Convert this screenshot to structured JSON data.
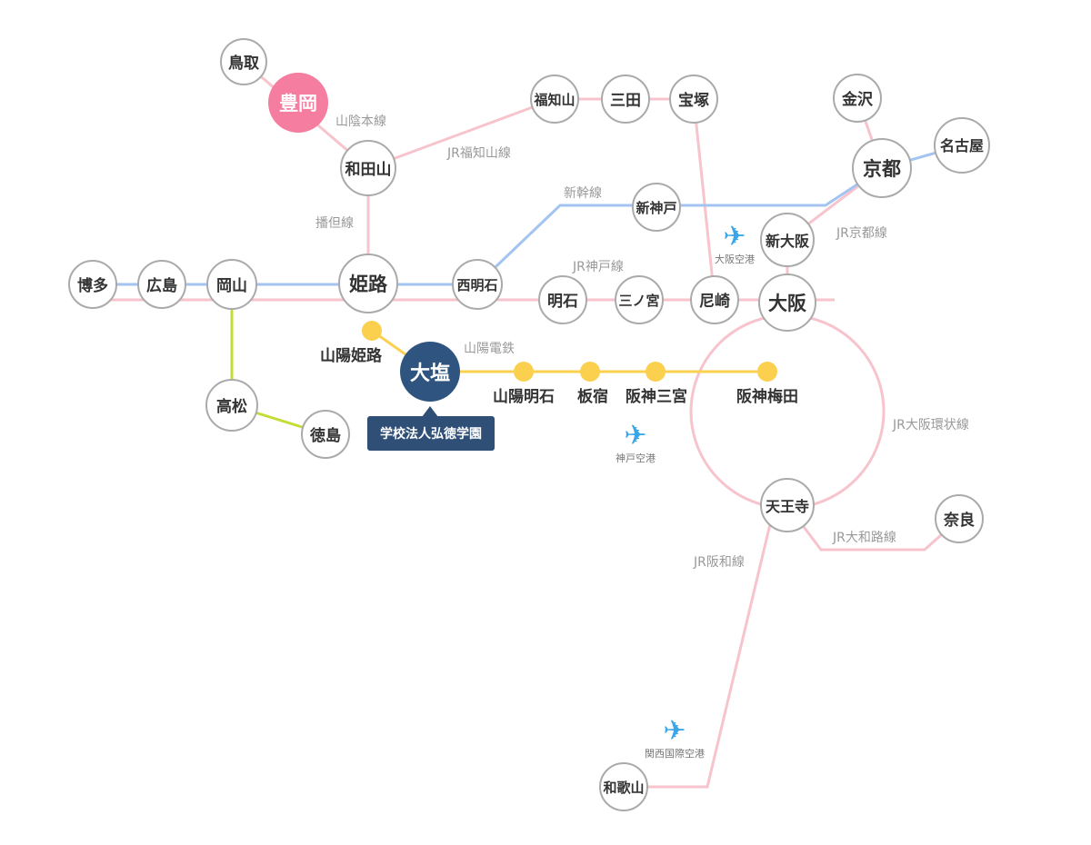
{
  "colors": {
    "jr": "#f7c3cc",
    "shinkansen": "#a3c4f0",
    "shikoku": "#c5dc35",
    "sanyo_dentetsu": "#fbd04f",
    "highlight": "#f57d9f",
    "focus": "#2f5480",
    "station_border": "#aaaaaa",
    "airport": "#3aa6e8"
  },
  "stations": {
    "tottori": "鳥取",
    "toyooka": "豊岡",
    "wadayama": "和田山",
    "fukuchiyama": "福知山",
    "sanda": "三田",
    "takarazuka": "宝塚",
    "kanazawa": "金沢",
    "nagoya": "名古屋",
    "kyoto": "京都",
    "shinkobe": "新神戸",
    "shinosaka": "新大阪",
    "hakata": "博多",
    "hiroshima": "広島",
    "okayama": "岡山",
    "himeji": "姫路",
    "nishiakashi": "西明石",
    "akashi": "明石",
    "sannomiya": "三ノ宮",
    "amagasaki": "尼崎",
    "osaka": "大阪",
    "takamatsu": "高松",
    "tokushima": "徳島",
    "ohshio": "大塩",
    "tennoji": "天王寺",
    "nara": "奈良",
    "wakayama": "和歌山"
  },
  "dot_stations": {
    "sanyo_himeji": "山陽姫路",
    "sanyo_akashi": "山陽明石",
    "itayado": "板宿",
    "hanshin_sannomiya": "阪神三宮",
    "hanshin_umeda": "阪神梅田"
  },
  "lines": {
    "sanin": "山陰本線",
    "fukuchiyama": "JR福知山線",
    "bantan": "播但線",
    "shinkansen": "新幹線",
    "kyoto": "JR京都線",
    "kobe": "JR神戸線",
    "sanyo_dentetsu": "山陽電鉄",
    "loop": "JR大阪環状線",
    "yamatoji": "JR大和路線",
    "hanwa": "JR阪和線"
  },
  "airports": {
    "osaka": "大阪空港",
    "kobe": "神戸空港",
    "kansai": "関西国際空港"
  },
  "school": "学校法人弘徳学園"
}
